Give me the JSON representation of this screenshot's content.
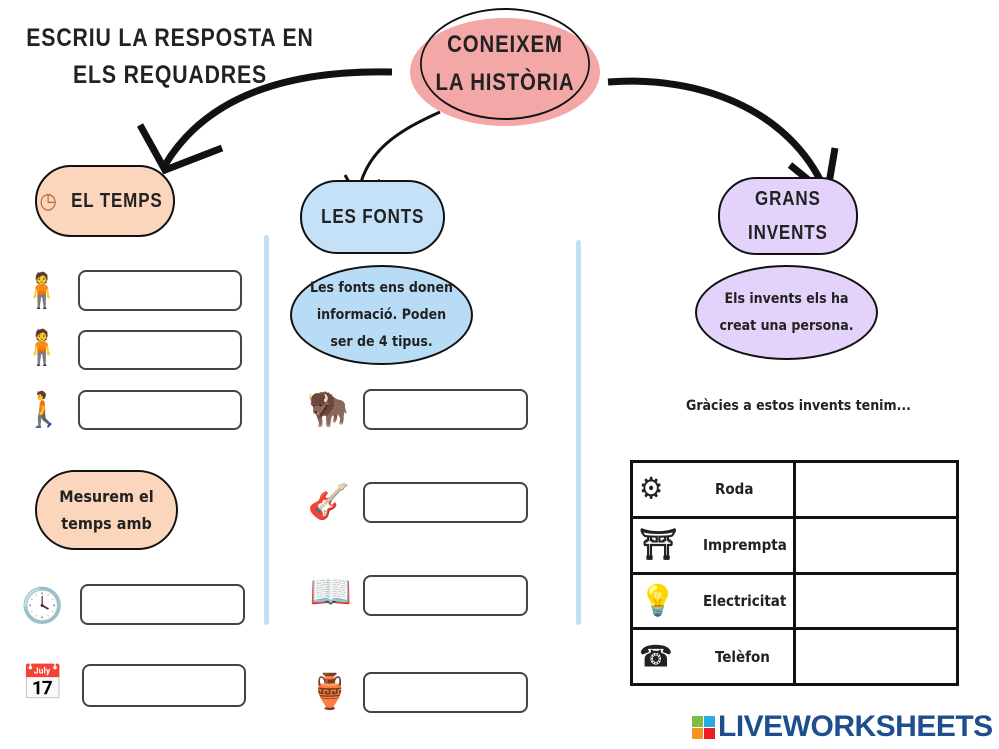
{
  "instructions": "ESCRIU LA RESPOSTA EN ELS REQUADRES",
  "central": {
    "line1": "CONEIXEM",
    "line2": "LA HISTÒRIA"
  },
  "el_temps": {
    "title": "EL TEMPS",
    "measure_bubble": "Mesurem el temps amb",
    "answers": [
      "",
      "",
      "",
      "",
      ""
    ]
  },
  "les_fonts": {
    "title": "LES FONTS",
    "bubble": "Les fonts ens donen informació. Poden ser de 4 tipus.",
    "answers": [
      "",
      "",
      "",
      ""
    ]
  },
  "grans_invents": {
    "title_line1": "GRANS",
    "title_line2": "INVENTS",
    "bubble": "Els invents els ha creat una persona.",
    "lead": "Gràcies a estos invents tenim...",
    "rows": [
      {
        "label": "Roda",
        "answer": ""
      },
      {
        "label": "Imprempta",
        "answer": ""
      },
      {
        "label": "Electricitat",
        "answer": ""
      },
      {
        "label": "Telèfon",
        "answer": ""
      }
    ]
  },
  "logo": {
    "text": "LIVEWORKSHEETS"
  },
  "colors": {
    "pink": "#f4a7a7",
    "peach": "#fbd6bd",
    "blue": "#c4e1f8",
    "lavender": "#e3d3fb",
    "logo": "#1f4e8c"
  }
}
